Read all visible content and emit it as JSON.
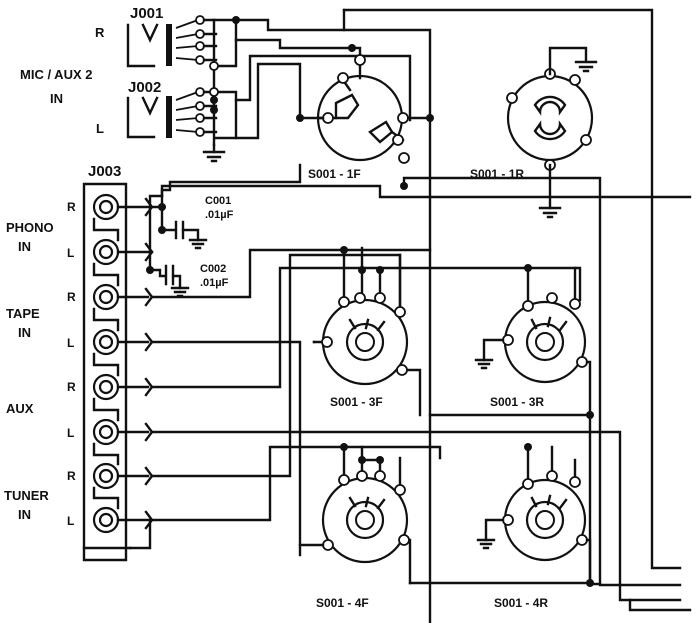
{
  "jacks": {
    "j001": "J001",
    "j002": "J002",
    "j003": "J003"
  },
  "labels": {
    "mic_aux_line1": "MIC / AUX 2",
    "mic_aux_line2": "IN",
    "phono_line1": "PHONO",
    "phono_line2": "IN",
    "tape_line1": "TAPE",
    "tape_line2": "IN",
    "aux": "AUX",
    "tuner_line1": "TUNER",
    "tuner_line2": "IN"
  },
  "channels": {
    "mic_r": "R",
    "mic_l": "L",
    "phono_r": "R",
    "phono_l": "L",
    "tape_r": "R",
    "tape_l": "L",
    "aux_r": "R",
    "aux_l": "L",
    "tuner_r": "R",
    "tuner_l": "L"
  },
  "capacitors": {
    "c001_name": "C001",
    "c001_value": ".01µF",
    "c002_name": "C002",
    "c002_value": ".01µF"
  },
  "switches": {
    "s001_1f": "S001 - 1F",
    "s001_1r": "S001 - 1R",
    "s001_3f": "S001 - 3F",
    "s001_3r": "S001 - 3R",
    "s001_4f": "S001 - 4F",
    "s001_4r": "S001 - 4R"
  },
  "colors": {
    "ink": "#111111",
    "paper": "#ffffff"
  }
}
